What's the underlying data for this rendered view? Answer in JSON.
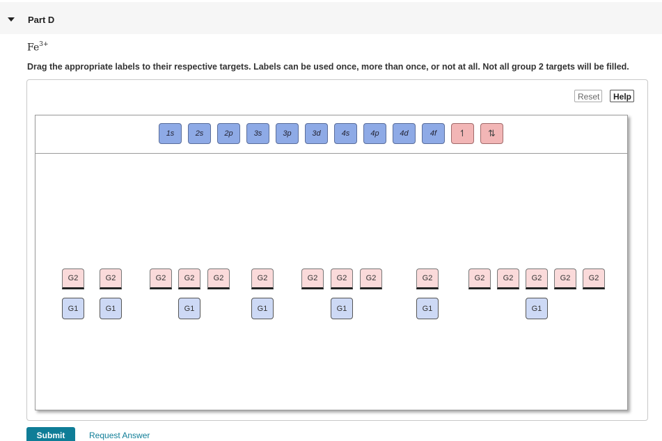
{
  "header": {
    "title": "Part D"
  },
  "ion": {
    "symbol": "Fe",
    "charge": "3+"
  },
  "instructions": "Drag the appropriate labels to their respective targets. Labels can be used once, more than once, or not at all. Not all group 2 targets will be filled.",
  "controls": {
    "reset": "Reset",
    "help": "Help"
  },
  "labels": [
    "1s",
    "2s",
    "2p",
    "3s",
    "3p",
    "3d",
    "4s",
    "4p",
    "4d",
    "4f",
    "↿",
    "⇅"
  ],
  "targets": {
    "group2": "G2",
    "group1": "G1"
  },
  "footer": {
    "submit": "Submit",
    "request": "Request Answer"
  },
  "colors": {
    "label_chip": "#8eaae6",
    "arrow_chip": "#f2b6b6",
    "g2_target": "#fadada",
    "g1_target": "#cdd9f5",
    "submit": "#0f7d97"
  }
}
